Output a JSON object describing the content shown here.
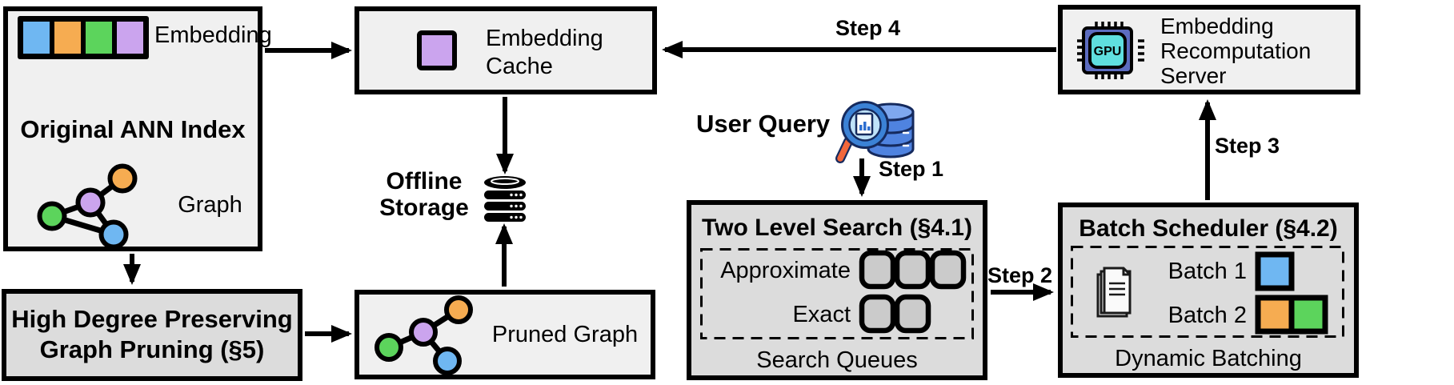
{
  "colors": {
    "embedding_blue": "#6FB7F2",
    "embedding_orange": "#F6AC51",
    "embedding_green": "#5CD45C",
    "embedding_purple": "#CBA4EE",
    "queue_fill": "#CBCBCB",
    "gpu_chip_body": "#5C6CC0",
    "gpu_chip_core": "#5FDFDF",
    "query_db_blue": "#4F83E0",
    "query_db_top": "#7FA8EF",
    "query_lens_fill": "#BFE2F8",
    "query_ring_blue": "#3B82D6",
    "query_handle_orange": "#F2673B",
    "query_outline_navy": "#152A5E",
    "query_chart_blue": "#2E6FD0"
  },
  "ann_index": {
    "title": "Original ANN Index",
    "embedding_label": "Embedding",
    "graph_label": "Graph"
  },
  "embedding_cache": {
    "label": "Embedding\nCache"
  },
  "recomputation_server": {
    "label": "Embedding\nRecomputation\nServer",
    "gpu_text": "GPU"
  },
  "graph_pruning": {
    "label": "High Degree Preserving\nGraph Pruning (§5)"
  },
  "pruned_graph": {
    "label": "Pruned Graph"
  },
  "two_level_search": {
    "title": "Two Level Search (§4.1)",
    "approximate_label": "Approximate",
    "approximate_queue_count": 3,
    "exact_label": "Exact",
    "exact_queue_count": 2,
    "footer": "Search Queues"
  },
  "batch_scheduler": {
    "title": "Batch Scheduler (§4.2)",
    "batch1_label": "Batch 1",
    "batch2_label": "Batch 2",
    "footer": "Dynamic Batching"
  },
  "offline_storage": {
    "label": "Offline\nStorage"
  },
  "user_query": {
    "label": "User Query"
  },
  "steps": {
    "step1": "Step 1",
    "step2": "Step 2",
    "step3": "Step 3",
    "step4": "Step 4"
  }
}
